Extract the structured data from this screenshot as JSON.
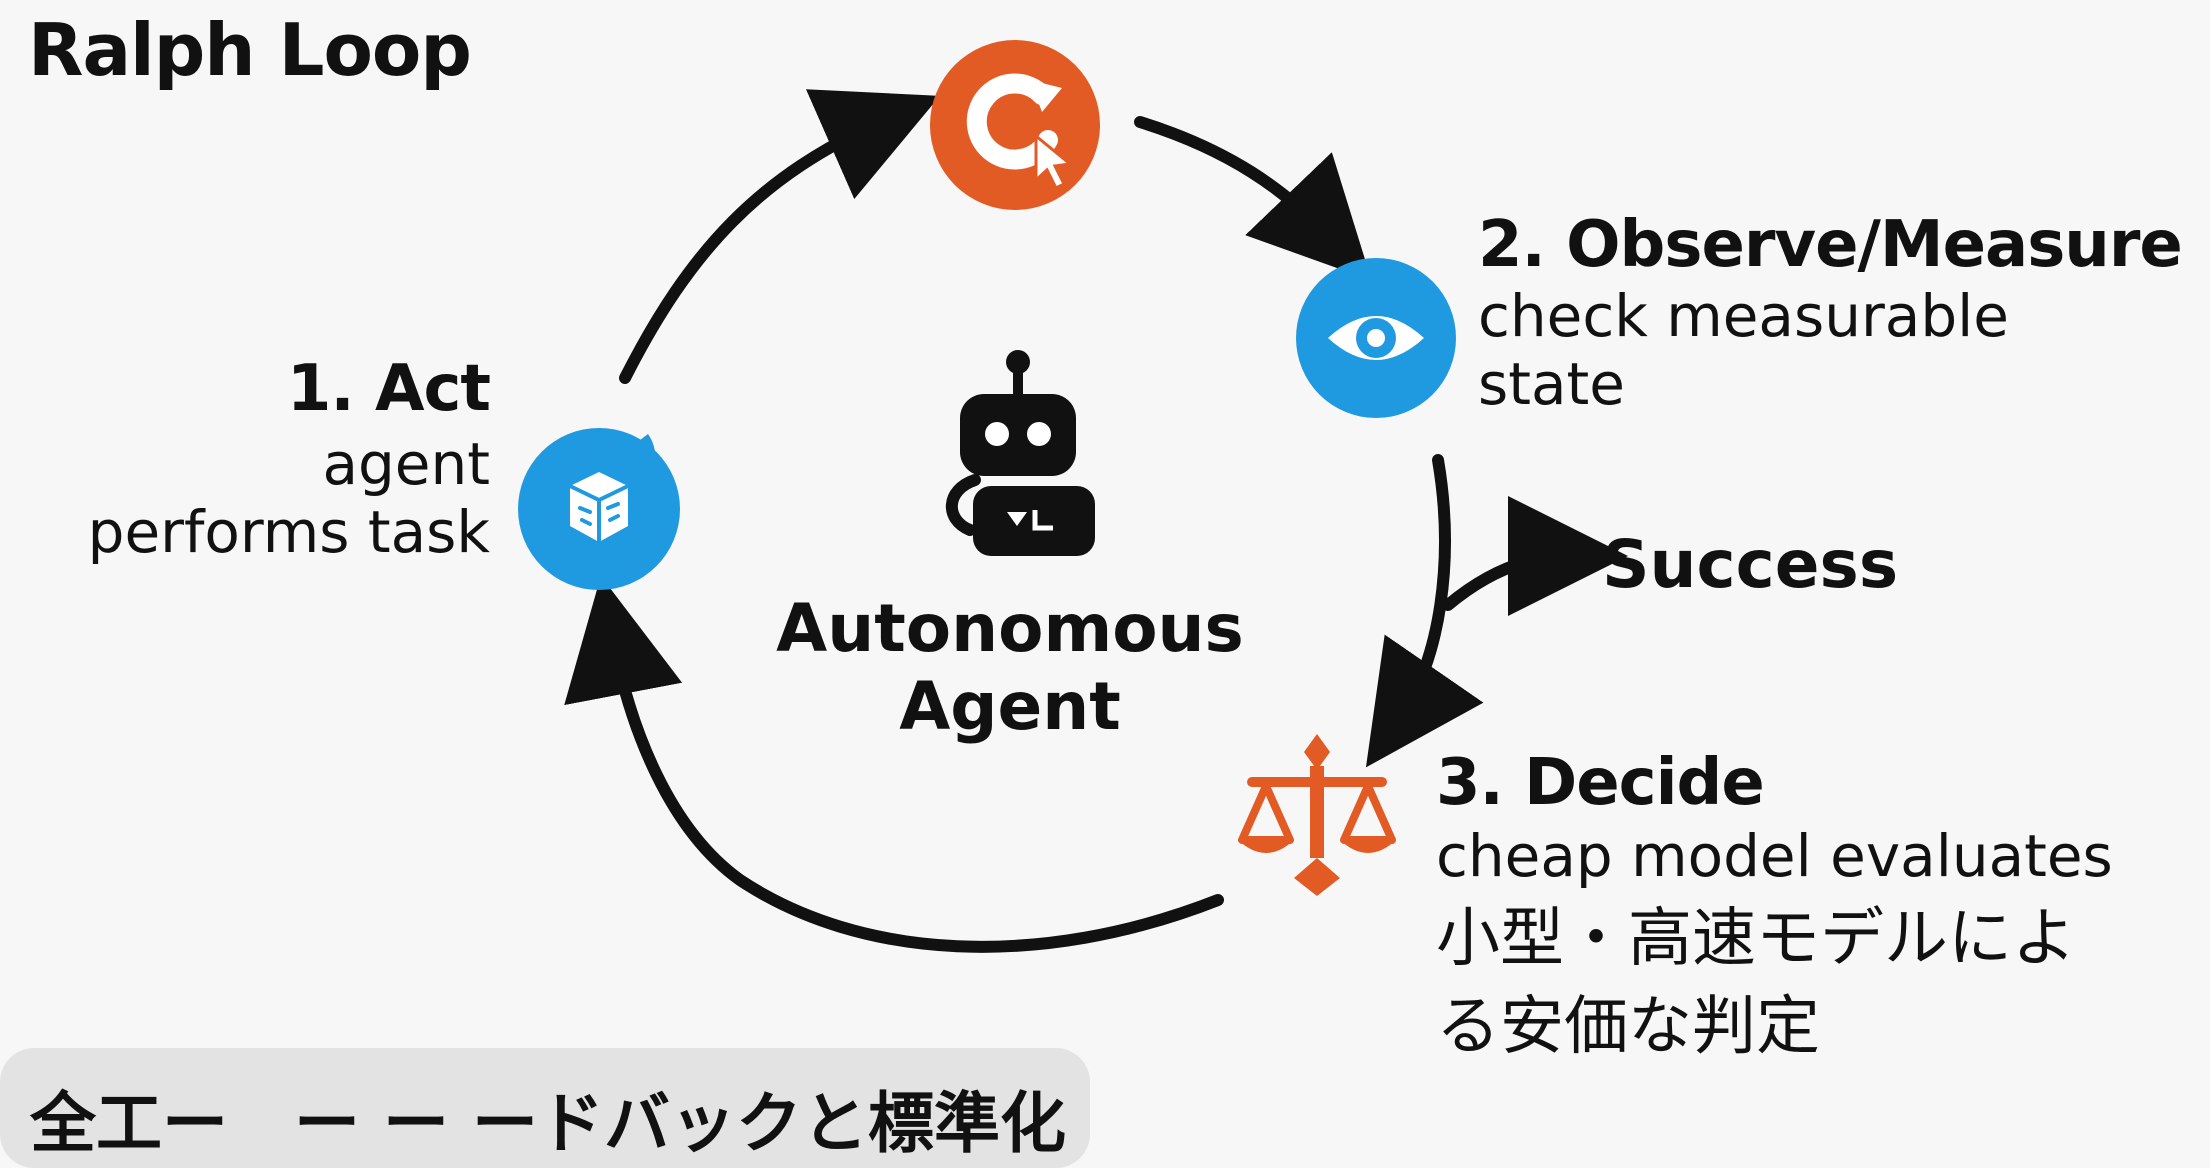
{
  "title": "Ralph Loop",
  "center": {
    "label_line1": "Autonomous",
    "label_line2": "Agent",
    "icon": "robot-icon"
  },
  "steps": [
    {
      "heading": "1. Act",
      "desc_line1": "agent",
      "desc_line2": "performs task",
      "icon": "cube-icon",
      "color": "#1f9ae0"
    },
    {
      "heading": "2. Observe/Measure",
      "desc_line1": "check measurable",
      "desc_line2": "state",
      "icon": "eye-icon",
      "color": "#1f9ae0"
    },
    {
      "heading": "3. Decide",
      "desc_line1": "cheap model evaluates",
      "desc_jp_line1": "小型・高速モデルによ",
      "desc_jp_line2": "る安価な判定",
      "icon": "scale-icon",
      "color": "#e35b24"
    }
  ],
  "loop_icon": {
    "icon": "loop-restart-icon",
    "color": "#e35b24"
  },
  "success_label": "Success",
  "bottom_banner": "全工ー　ー ー ードバックと標準化"
}
